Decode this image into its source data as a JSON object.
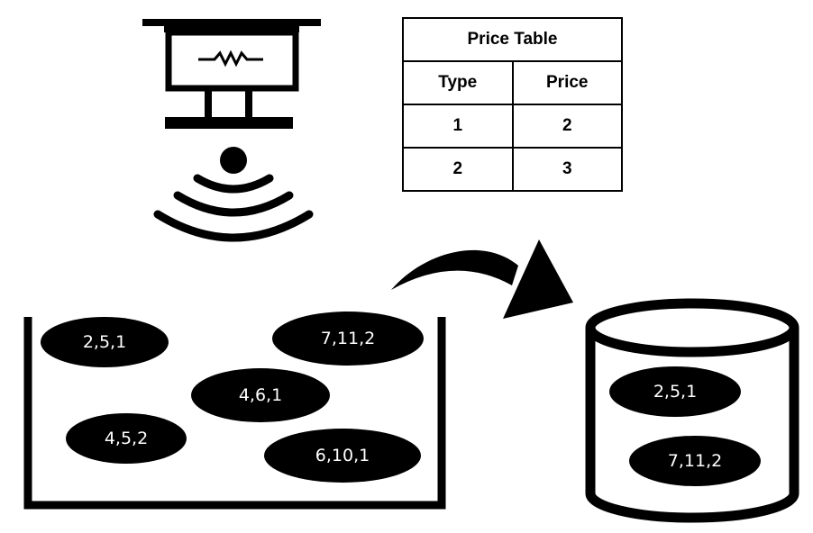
{
  "price_table": {
    "title": "Price Table",
    "headers": [
      "Type",
      "Price"
    ],
    "rows": [
      [
        "1",
        "2"
      ],
      [
        "2",
        "3"
      ]
    ]
  },
  "bin_items": [
    "2,5,1",
    "7,11,2",
    "4,6,1",
    "4,5,2",
    "6,10,1"
  ],
  "storage_items": [
    "2,5,1",
    "7,11,2"
  ],
  "icons": {
    "scanner": "terminal-scanner-icon",
    "signal": "wireless-signal-icon",
    "arrow": "curved-arrow-icon",
    "container": "bin-container",
    "database": "database-cylinder-icon"
  },
  "colors": {
    "foreground": "#000000",
    "background": "#ffffff",
    "label": "#ffffff"
  }
}
